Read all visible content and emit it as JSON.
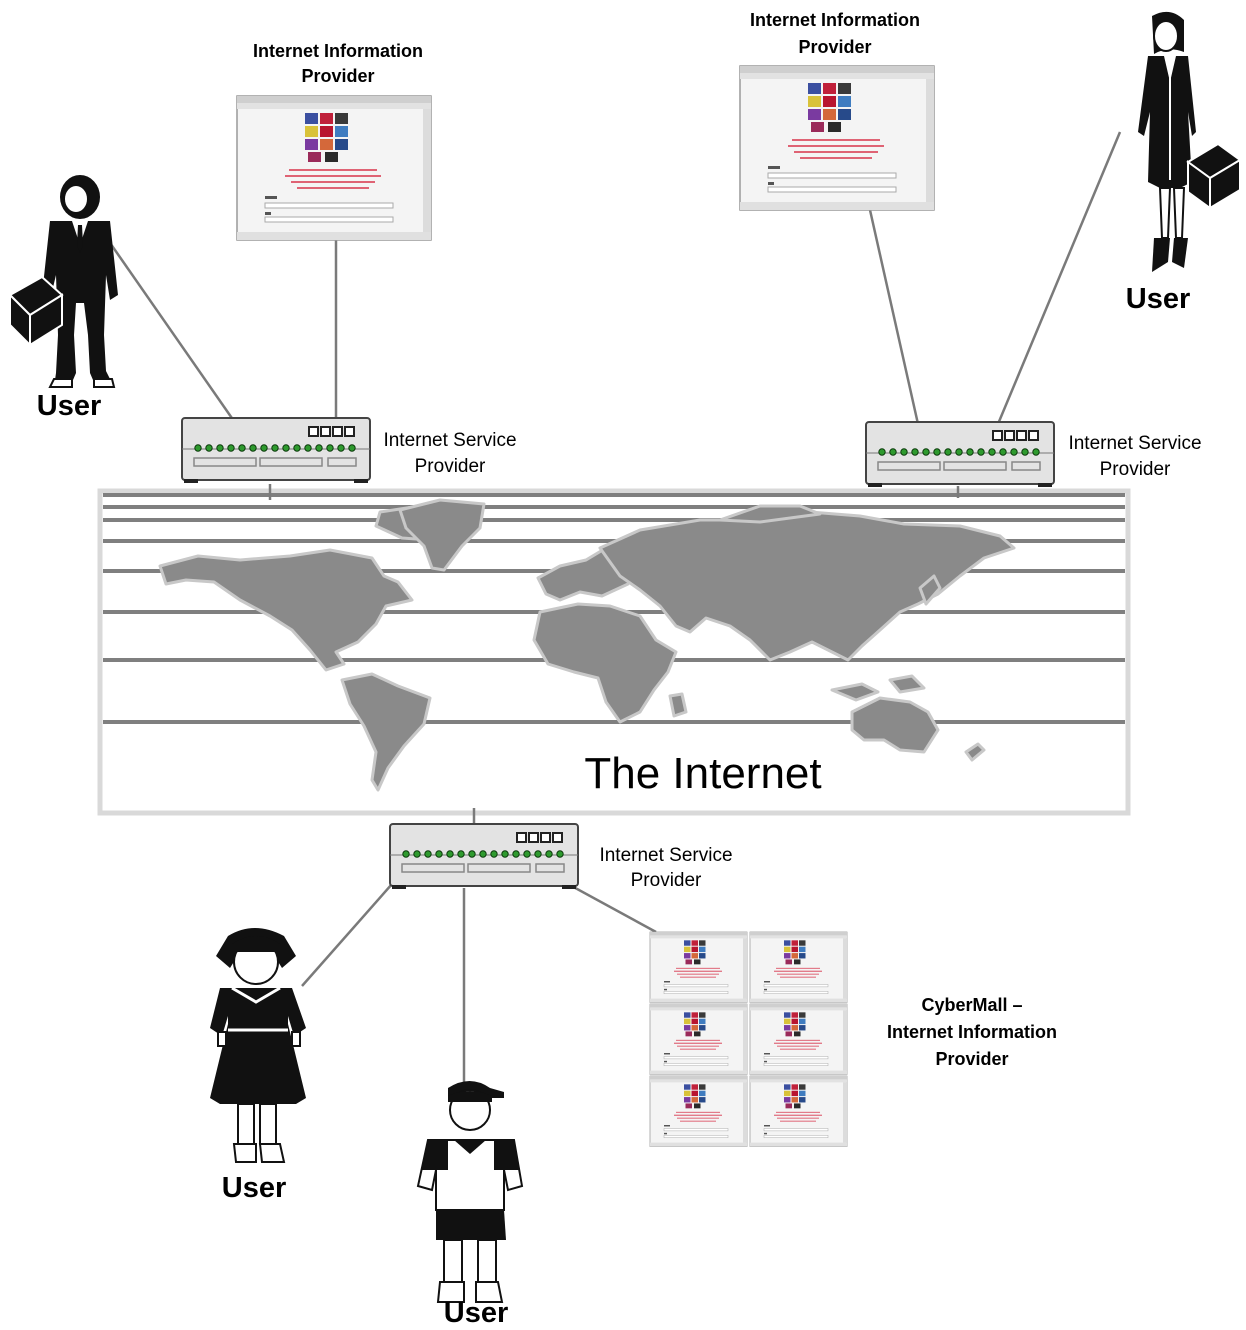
{
  "internet": {
    "label": "The Internet",
    "colors": {
      "land": "#8a8a8a",
      "coast": "#c8c8c8",
      "band": "#7f7f7f",
      "frame": "#d9d9d9"
    }
  },
  "isps": [
    {
      "line1": "Internet Service",
      "line2": "Provider"
    },
    {
      "line1": "Internet Service",
      "line2": "Provider"
    },
    {
      "line1": "Internet Service",
      "line2": "Provider"
    }
  ],
  "info_providers": [
    {
      "line1": "Internet Information",
      "line2": "Provider"
    },
    {
      "line1": "Internet Information",
      "line2": "Provider"
    }
  ],
  "cybermall": {
    "line1": "CyberMall –",
    "line2": "Internet Information",
    "line3": "Provider"
  },
  "users": [
    {
      "label": "User"
    },
    {
      "label": "User"
    },
    {
      "label": "User"
    },
    {
      "label": "User"
    }
  ],
  "icons": {
    "router": "router-icon",
    "web_page": "web-page-icon",
    "user": "user-figure-icon",
    "map": "world-map-icon"
  }
}
